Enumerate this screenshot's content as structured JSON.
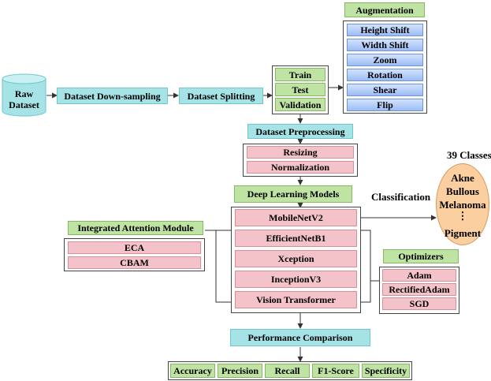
{
  "raw_dataset": {
    "line1": "Raw",
    "line2": "Dataset"
  },
  "downsampling": "Dataset Down-sampling",
  "splitting": "Dataset Splitting",
  "splits": [
    "Train",
    "Test",
    "Validation"
  ],
  "augmentation": {
    "title": "Augmentation",
    "items": [
      "Height Shift",
      "Width Shift",
      "Zoom",
      "Rotation",
      "Shear",
      "Flip"
    ]
  },
  "preprocessing": {
    "title": "Dataset Preprocessing",
    "items": [
      "Resizing",
      "Normalization"
    ]
  },
  "models": {
    "title": "Deep Learning Models",
    "items": [
      "MobileNetV2",
      "EfficientNetB1",
      "Xception",
      "InceptionV3",
      "Vision Transformer"
    ]
  },
  "attention": {
    "title": "Integrated Attention Module",
    "items": [
      "ECA",
      "CBAM"
    ]
  },
  "optimizers": {
    "title": "Optimizers",
    "items": [
      "Adam",
      "RectifiedAdam",
      "SGD"
    ]
  },
  "classification_label": "Classification",
  "classes": {
    "title": "39 Classes",
    "items": [
      "Akne",
      "Bullous",
      "Melanoma",
      "Pigment"
    ],
    "ellipsis": "⋮"
  },
  "performance": {
    "title": "Performance Comparison",
    "metrics": [
      "Accuracy",
      "Precision",
      "Recall",
      "F1-Score",
      "Specificity"
    ]
  },
  "colors": {
    "cyan": "#a6e3e6",
    "green": "#bfe3a3",
    "pink": "#f4c3c9",
    "blue": "#9cbcf3",
    "orange": "#fbcf9f"
  }
}
